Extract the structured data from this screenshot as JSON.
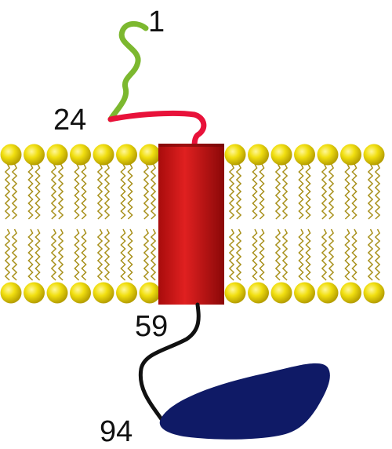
{
  "labels": {
    "n_terminus": "1",
    "signal_end": "24",
    "tm_end": "59",
    "c_terminus": "94"
  },
  "colors": {
    "n_terminal_segment": "#7cb82f",
    "linker_segment": "#e8123a",
    "transmembrane_helix": "#d01818",
    "cytoplasmic_linker": "#111111",
    "cytoplasmic_domain": "#0f1a66",
    "lipid_head": "#e8d400",
    "lipid_tail": "#a8901a"
  },
  "icons": {
    "lipid_bilayer": "lipid-bilayer-icon",
    "helix": "transmembrane-helix-icon",
    "globular_domain": "globular-domain-icon"
  }
}
